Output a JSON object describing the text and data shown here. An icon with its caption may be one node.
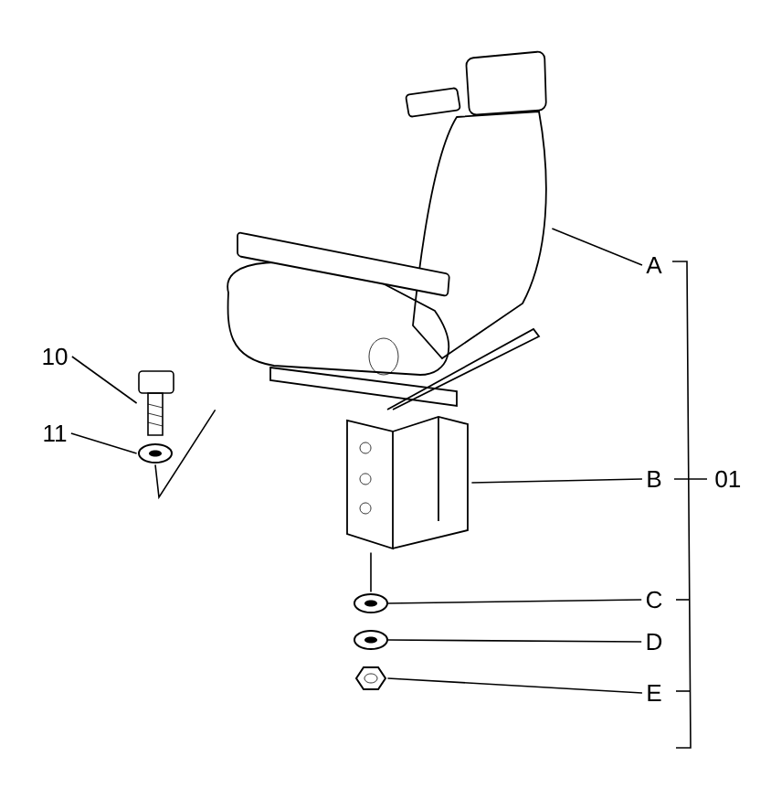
{
  "diagram": {
    "nodes": [
      {
        "text": [
          "10"
        ]
      },
      {
        "text": [
          "11"
        ]
      },
      {
        "text": [
          "A"
        ]
      },
      {
        "text": [
          "B"
        ]
      },
      {
        "text": [
          "C"
        ]
      },
      {
        "text": [
          "D"
        ]
      },
      {
        "text": [
          "E"
        ]
      },
      {
        "text": [],
        "shape": "picture"
      },
      {
        "text": [],
        "shape": "picture"
      },
      {
        "text": [],
        "shape": "picture"
      },
      {
        "text": [],
        "shape": "picture"
      },
      {
        "text": [],
        "shape": "picture"
      },
      {
        "text": [],
        "shape": "picture"
      },
      {
        "text": [],
        "shape": "picture"
      }
    ],
    "edges": [
      {
        "from": 0,
        "to": 7,
        "arrow": "none"
      },
      {
        "from": 1,
        "to": 8,
        "arrow": "none"
      },
      {
        "from": 2,
        "to": 9,
        "arrow": "none"
      },
      {
        "from": 3,
        "to": 10,
        "arrow": "none"
      },
      {
        "from": 4,
        "to": 11,
        "arrow": "none"
      },
      {
        "from": 5,
        "to": 12,
        "arrow": "none"
      },
      {
        "from": 6,
        "to": 13,
        "arrow": "none"
      },
      {
        "from": 8,
        "to": 9,
        "arrow": "none"
      },
      {
        "from": 11,
        "to": 10,
        "arrow": "none"
      }
    ],
    "labels": [
      "01"
    ]
  }
}
